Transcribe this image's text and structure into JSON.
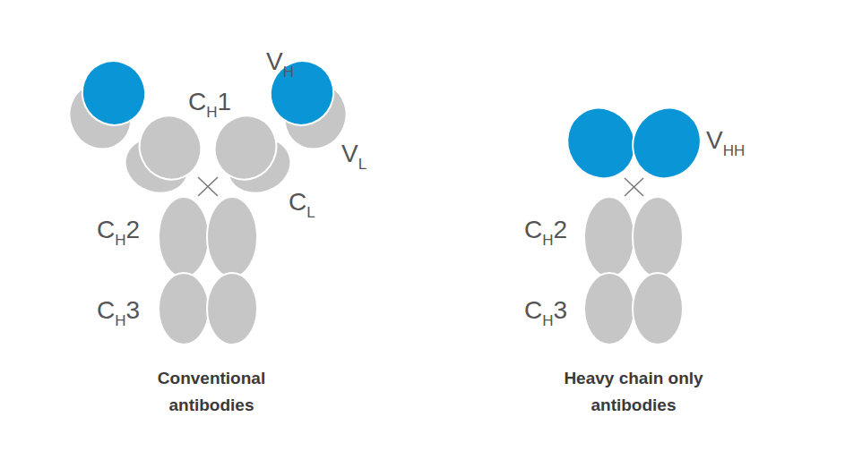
{
  "diagram": {
    "labels": [
      "VH",
      "CH1",
      "VL",
      "CL",
      "CH2",
      "CH3",
      "Conventional antibodies",
      "VHH",
      "CH2",
      "CH3",
      "Heavy chain only antibodies"
    ]
  }
}
